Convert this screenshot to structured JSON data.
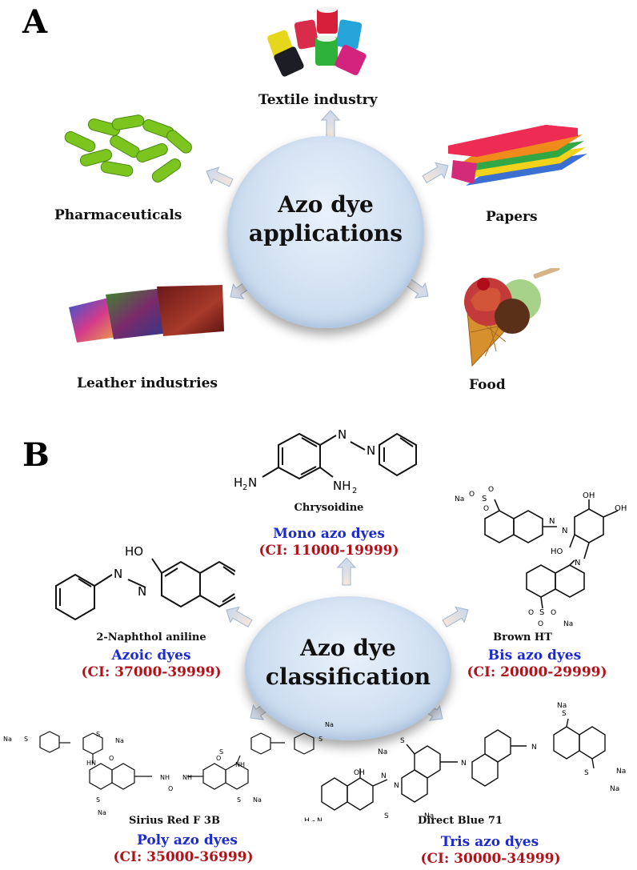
{
  "panel_a": {
    "letter": "A",
    "center": {
      "line1": "Azo dye",
      "line2": "applications"
    },
    "applications": [
      {
        "label": "Textile industry",
        "icon": "textile-spools-icon"
      },
      {
        "label": "Papers",
        "icon": "paper-stack-icon"
      },
      {
        "label": "Pharmaceuticals",
        "icon": "capsules-icon"
      },
      {
        "label": "Food",
        "icon": "ice-cream-icon"
      },
      {
        "label": "Leather industries",
        "icon": "leather-wallets-icon"
      }
    ]
  },
  "panel_b": {
    "letter": "B",
    "center": {
      "line1": "Azo dye",
      "line2": "classification"
    },
    "classes": [
      {
        "compound": "Chrysoidine",
        "class": "Mono azo dyes",
        "ci": "(CI: 11000-19999)"
      },
      {
        "compound": "2-Naphthol aniline",
        "class": "Azoic dyes",
        "ci": "(CI: 37000-39999)"
      },
      {
        "compound": "Brown HT",
        "class": "Bis azo dyes",
        "ci": "(CI: 20000-29999)"
      },
      {
        "compound": "Sirius Red F 3B",
        "class": "Poly azo dyes",
        "ci": "(CI: 35000-36999)"
      },
      {
        "compound": "Direct Blue 71",
        "class": "Tris azo dyes",
        "ci": "(CI: 30000-34999)"
      }
    ],
    "structure_labels": {
      "nh2": "NH",
      "h2n": "H",
      "n": "N",
      "oh": "OH",
      "ho": "HO",
      "na": "Na",
      "nh": "NH",
      "hn": "HN",
      "o": "O",
      "s": "S",
      "h": "H",
      "sub2": "2",
      "plus": "+",
      "minus": "-"
    }
  },
  "colors": {
    "class_name": "#1c2ad0",
    "ci_range": "#b0131a",
    "ellipse": "#d5e3f3",
    "arrow": "#e8d8cc"
  }
}
